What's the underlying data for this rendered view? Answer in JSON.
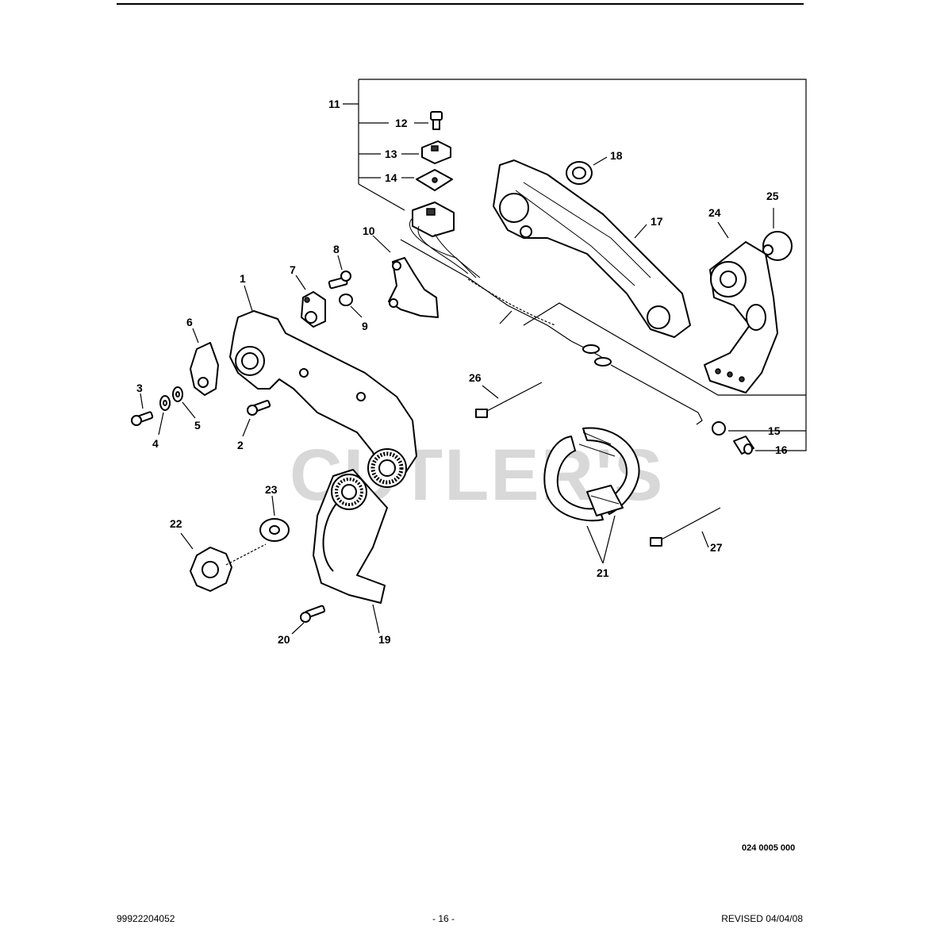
{
  "drawing_number": "024 0005 000",
  "footer": {
    "doc_number": "99922204052",
    "page": "- 16 -",
    "revised": "REVISED 04/04/08"
  },
  "watermark": "CUTLER'S",
  "callouts": {
    "n1": "1",
    "n2": "2",
    "n3": "3",
    "n4": "4",
    "n5": "5",
    "n6": "6",
    "n7": "7",
    "n8": "8",
    "n9": "9",
    "n10": "10",
    "n11": "11",
    "n12": "12",
    "n13": "13",
    "n14": "14",
    "n15": "15",
    "n16": "16",
    "n17": "17",
    "n18": "18",
    "n19": "19",
    "n20": "20",
    "n21": "21",
    "n22": "22",
    "n23": "23",
    "n24": "24",
    "n25": "25",
    "n26": "26",
    "n27": "27"
  }
}
